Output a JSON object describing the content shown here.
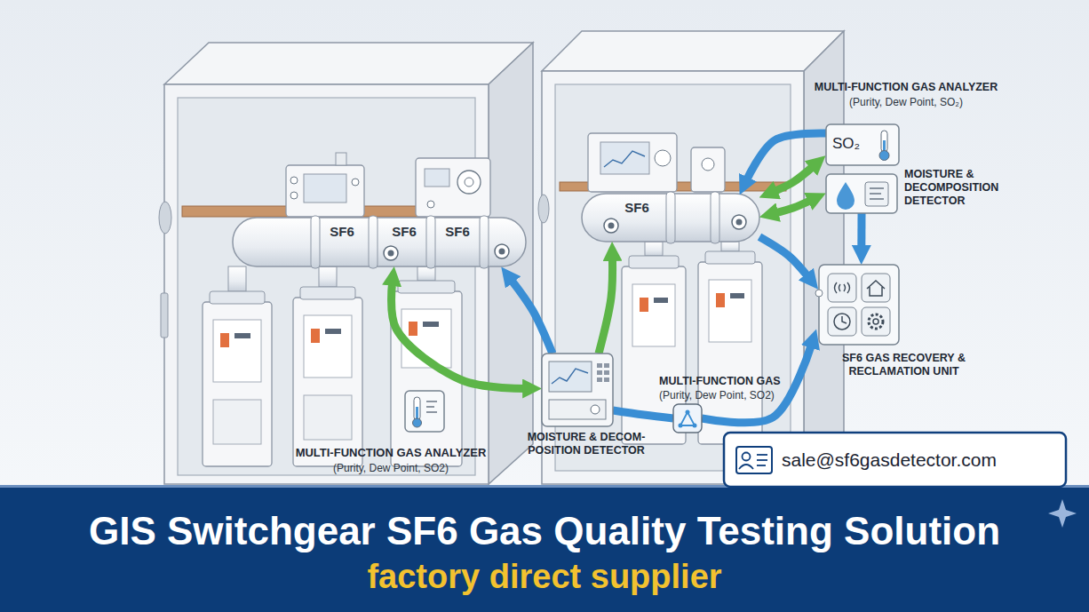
{
  "diagram": {
    "title": "GIS Switchgear SF6 Gas Quality Testing Solution",
    "caption": "factory direct supplier",
    "nodes": [
      {
        "text": [
          "SF6",
          "SF6",
          "SF6"
        ]
      },
      {
        "text": [
          "SF6"
        ]
      },
      {
        "text": [
          "MULTI-FUNCTION GAS ANALYZER",
          "(Purity, Dew Point, SO₂)",
          "SO₂"
        ]
      },
      {
        "text": [
          "MOISTURE & DECOMPOSITION DETECTOR"
        ]
      },
      {
        "text": [
          "SF6 GAS RECOVERY & RECLAMATION UNIT"
        ]
      },
      {
        "text": [
          "MOISTURE & DECOM- POSITION DETECTOR"
        ]
      },
      {
        "text": [
          "MULTI-FUNCTION GAS",
          "(Purity, Dew Point, SO2)"
        ]
      },
      {
        "text": [
          "MULTI-FUNCTION GAS ANALYZER",
          "(Purity, Dew Point, SO2)"
        ]
      },
      {
        "text": [
          "sale@sf6gasdetector.com"
        ]
      }
    ],
    "edges": [
      {
        "from": 0,
        "to": 5,
        "arrow": "both"
      },
      {
        "from": 5,
        "to": 0,
        "arrow": "to"
      },
      {
        "from": 5,
        "to": 1,
        "arrow": "to"
      },
      {
        "from": 5,
        "to": 6,
        "arrow": "none"
      },
      {
        "from": 6,
        "to": 4,
        "arrow": "to"
      },
      {
        "from": 2,
        "to": 1,
        "arrow": "to"
      },
      {
        "from": 1,
        "to": 2,
        "arrow": "both"
      },
      {
        "from": 1,
        "to": 3,
        "arrow": "both"
      },
      {
        "from": 3,
        "to": 4,
        "arrow": "to"
      },
      {
        "from": 1,
        "to": 4,
        "arrow": "to"
      }
    ]
  }
}
